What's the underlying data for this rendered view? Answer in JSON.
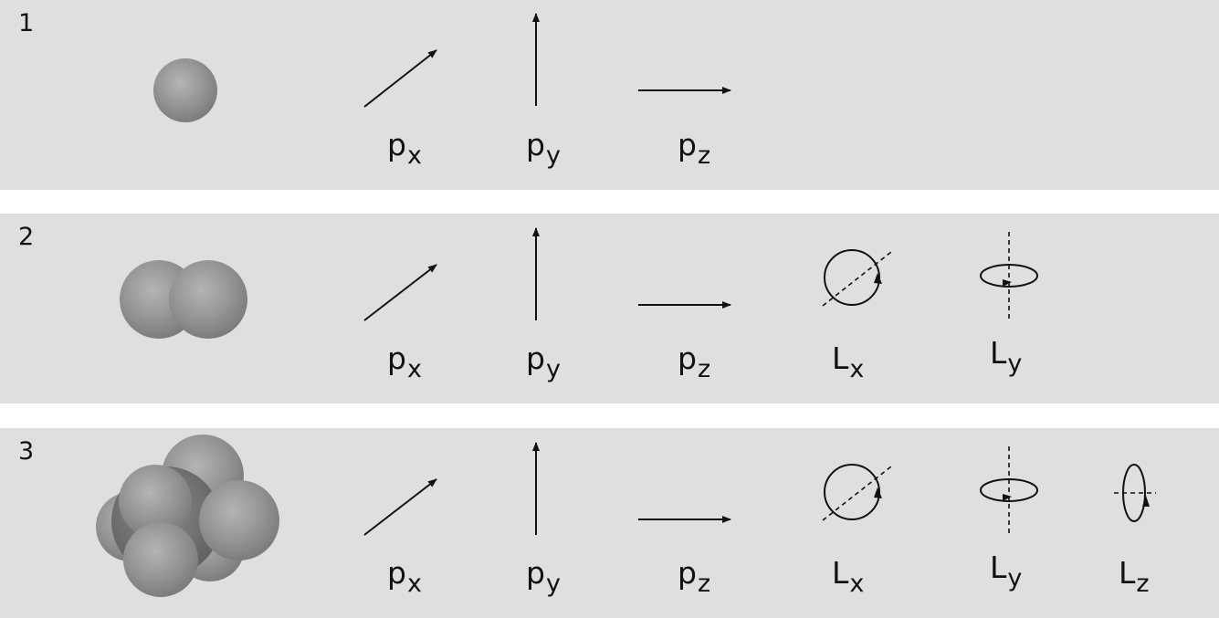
{
  "rows": [
    {
      "number": "1",
      "degrees_of_freedom": [
        {
          "base": "p",
          "sub": "x"
        },
        {
          "base": "p",
          "sub": "y"
        },
        {
          "base": "p",
          "sub": "z"
        }
      ]
    },
    {
      "number": "2",
      "degrees_of_freedom": [
        {
          "base": "p",
          "sub": "x"
        },
        {
          "base": "p",
          "sub": "y"
        },
        {
          "base": "p",
          "sub": "z"
        },
        {
          "base": "L",
          "sub": "x"
        },
        {
          "base": "L",
          "sub": "y"
        }
      ]
    },
    {
      "number": "3",
      "degrees_of_freedom": [
        {
          "base": "p",
          "sub": "x"
        },
        {
          "base": "p",
          "sub": "y"
        },
        {
          "base": "p",
          "sub": "z"
        },
        {
          "base": "L",
          "sub": "x"
        },
        {
          "base": "L",
          "sub": "y"
        },
        {
          "base": "L",
          "sub": "z"
        }
      ]
    }
  ],
  "colors": {
    "panel_bg": "#dfdfdf",
    "sphere": "#8c8c8c",
    "ink": "#111111"
  }
}
